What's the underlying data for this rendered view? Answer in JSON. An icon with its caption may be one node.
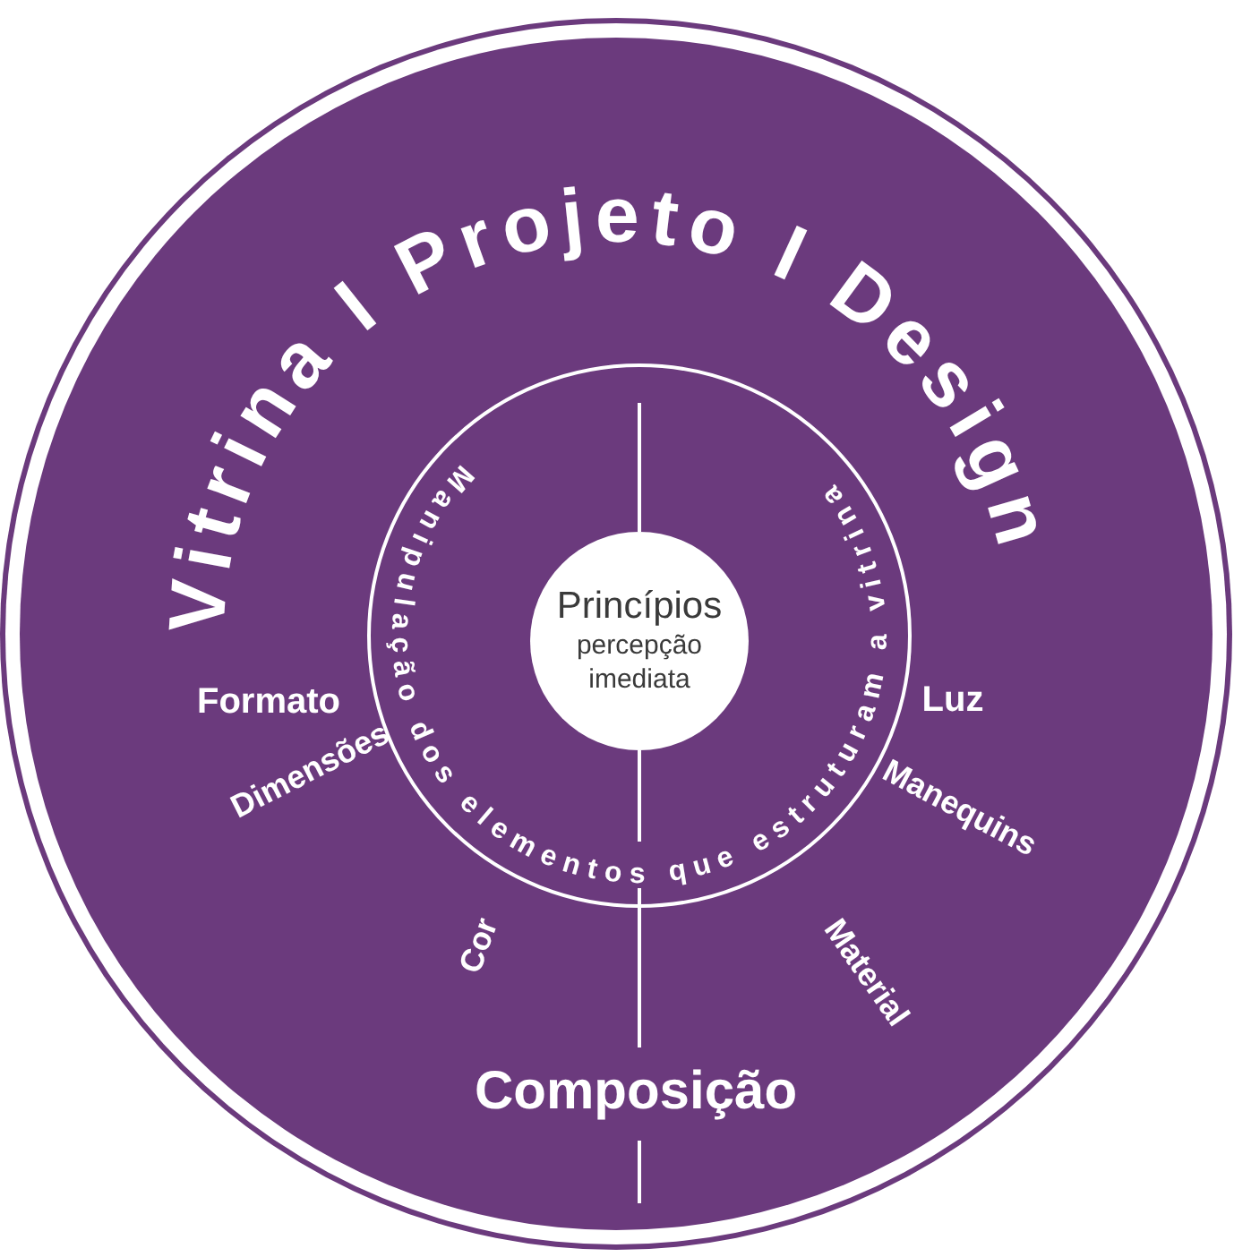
{
  "diagram": {
    "title": "Vitrina I Projeto I Design",
    "nodes": [
      {
        "text": [],
        "shape": "circle"
      },
      {
        "text": [],
        "shape": "circle",
        "in": 0
      },
      {
        "text": [
          "Princípios",
          "percepção imediata"
        ],
        "in": 1
      }
    ],
    "labels": [
      "Manipulação dos elementos que estruturam a vitrina",
      "Formato",
      "Luz",
      "Dimensões",
      "Manequins",
      "Cor",
      "Material",
      "Composição"
    ]
  }
}
